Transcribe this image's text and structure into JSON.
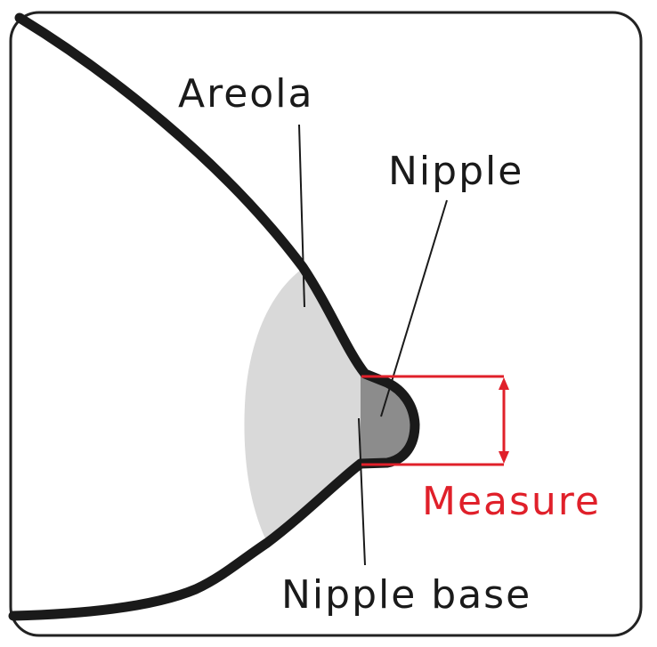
{
  "labels": {
    "areola": "Areola",
    "nipple": "Nipple",
    "measure": "Measure",
    "nipple_base": "Nipple base"
  },
  "colors": {
    "outline": "#1a1a1a",
    "areola_fill": "#d9d9d9",
    "nipple_fill": "#8c8c8c",
    "measure_accent": "#e0202a",
    "frame": "#222222",
    "background": "#ffffff"
  }
}
